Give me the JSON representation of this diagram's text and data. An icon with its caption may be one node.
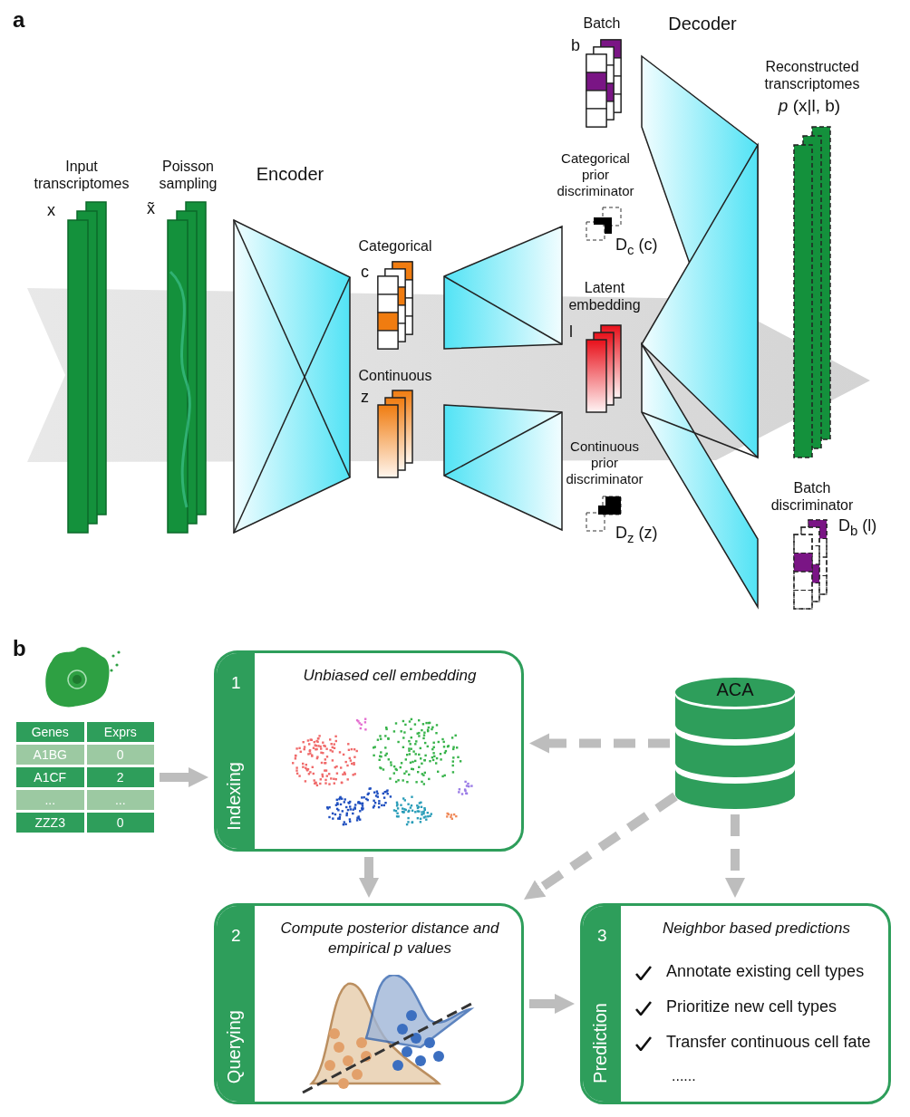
{
  "diagram": {
    "nodes": [
      {
        "text": [
          "Genes",
          "Exprs",
          "A1BG",
          "0",
          "A1CF",
          "2",
          "...",
          "...",
          "ZZZ3",
          "0"
        ]
      },
      {
        "text": [
          "1",
          "Indexing",
          "Unbiased cell embedding"
        ]
      },
      {
        "text": [
          "ACA"
        ]
      },
      {
        "text": [
          "2",
          "Querying",
          "Compute posterior distance and empirical p values"
        ]
      },
      {
        "text": [
          "3",
          "Prediction",
          "Neighbor based predictions",
          "Annotate existing cell types",
          "Prioritize new cell types",
          "Transfer continuous cell fate",
          "......"
        ]
      }
    ],
    "edges": [
      {
        "from": 0,
        "to": 1,
        "arrow": "to"
      },
      {
        "from": 2,
        "to": 1,
        "arrow": "to",
        "style": "dashed"
      },
      {
        "from": 1,
        "to": 3,
        "arrow": "to"
      },
      {
        "from": 2,
        "to": 3,
        "arrow": "to",
        "style": "dashed"
      },
      {
        "from": 2,
        "to": 4,
        "arrow": "to",
        "style": "dashed"
      },
      {
        "from": 3,
        "to": 4,
        "arrow": "to"
      }
    ],
    "labels": [
      "a",
      "Input transcriptomes",
      "x",
      "Poisson sampling",
      "x̃",
      "Encoder",
      "Categorical",
      "c",
      "Continuous",
      "z",
      "Batch",
      "b",
      "Decoder",
      "Categorical prior discriminator",
      "D$_{c}$ (c)",
      "Latent embedding",
      "l",
      "Continuous prior discriminator",
      "D$_{z}$ (z)",
      "Reconstructed transcriptomes",
      "*p* (x|l, b)",
      "Batch discriminator",
      "D$_{b}$ (l)",
      "b"
    ]
  }
}
